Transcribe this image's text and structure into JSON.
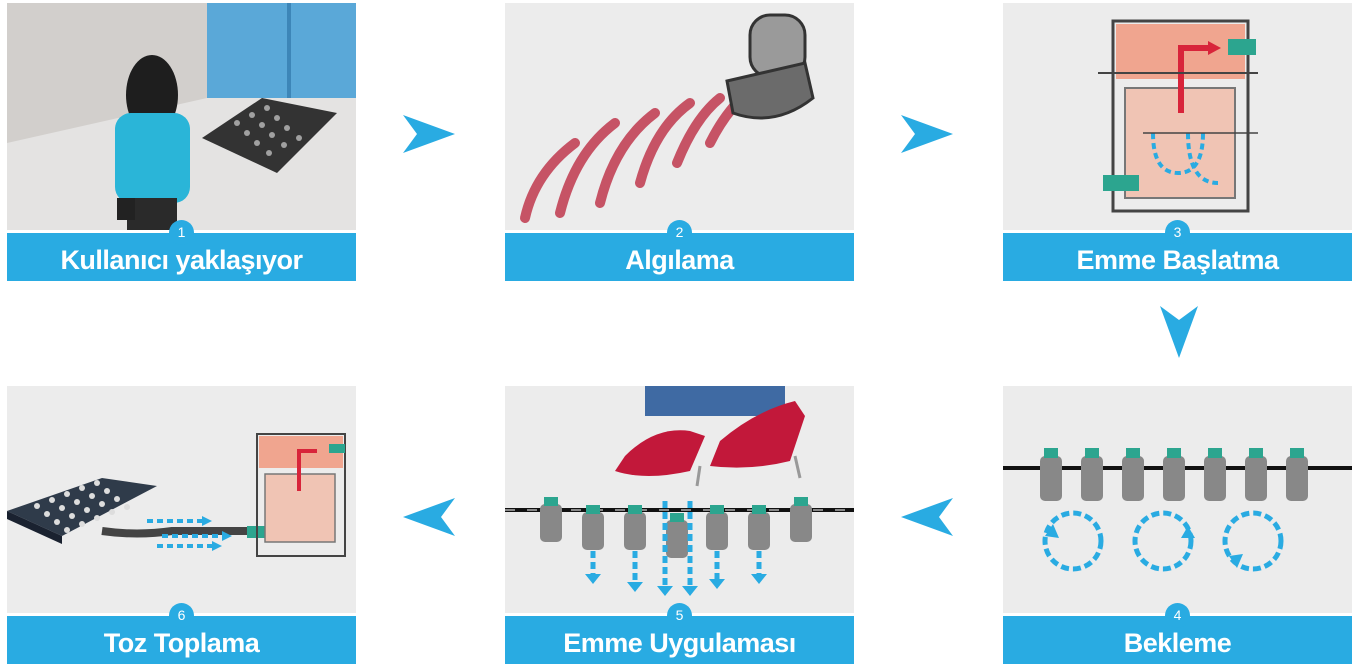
{
  "steps": [
    {
      "number": "1",
      "label": "Kullanıcı yaklaşıyor"
    },
    {
      "number": "2",
      "label": "Algılama"
    },
    {
      "number": "3",
      "label": "Emme Başlatma"
    },
    {
      "number": "4",
      "label": "Bekleme"
    },
    {
      "number": "5",
      "label": "Emme Uygulaması"
    },
    {
      "number": "6",
      "label": "Toz Toplama"
    }
  ],
  "colors": {
    "accent": "#29abe2",
    "arrow": "#29abe2",
    "beam": "#c0394e",
    "suction": "#29abe2"
  },
  "icons": [
    "flow-arrow-right-icon",
    "flow-arrow-down-icon",
    "flow-arrow-left-icon"
  ]
}
